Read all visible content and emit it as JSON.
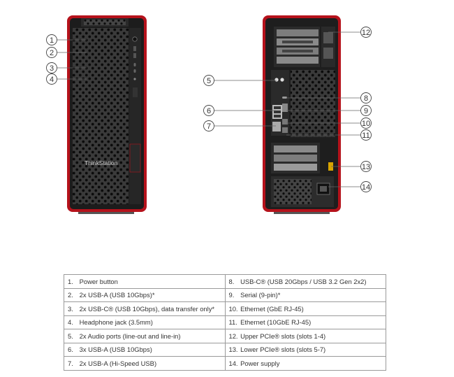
{
  "product": {
    "front_logo": "ThinkStation"
  },
  "callouts": [
    "1",
    "2",
    "3",
    "4",
    "5",
    "6",
    "7",
    "8",
    "9",
    "10",
    "11",
    "12",
    "13",
    "14"
  ],
  "legend": {
    "left": [
      {
        "num": "1.",
        "text": "Power button"
      },
      {
        "num": "2.",
        "text": "2x USB-A (USB 10Gbps)*"
      },
      {
        "num": "3.",
        "text": "2x USB-C® (USB 10Gbps), data transfer only*"
      },
      {
        "num": "4.",
        "text": "Headphone jack (3.5mm)"
      },
      {
        "num": "5.",
        "text": "2x Audio ports (line-out and line-in)"
      },
      {
        "num": "6.",
        "text": "3x USB-A (USB 10Gbps)"
      },
      {
        "num": "7.",
        "text": "2x USB-A (Hi-Speed USB)"
      }
    ],
    "right": [
      {
        "num": "8.",
        "text": "USB-C® (USB 20Gbps / USB 3.2 Gen 2x2)"
      },
      {
        "num": "9.",
        "text": "Serial (9-pin)*"
      },
      {
        "num": "10.",
        "text": "Ethernet (GbE RJ-45)"
      },
      {
        "num": "11.",
        "text": "Ethernet (10GbE RJ-45)"
      },
      {
        "num": "12.",
        "text": "Upper PCIe® slots (slots 1-4)"
      },
      {
        "num": "13.",
        "text": "Lower PCIe® slots (slots 5-7)"
      },
      {
        "num": "14.",
        "text": "Power supply"
      }
    ]
  },
  "colors": {
    "chassis_red": "#b5121b",
    "chassis_dark": "#1c1c1c",
    "mesh": "#0e0e0e",
    "leader": "#666666"
  }
}
